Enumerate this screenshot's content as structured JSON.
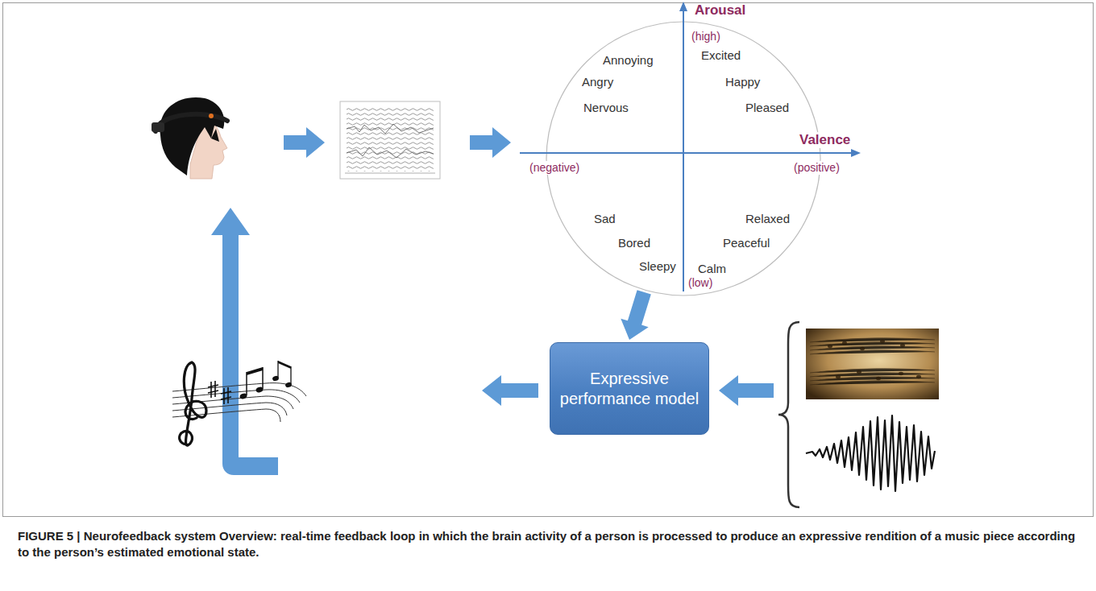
{
  "diagram": {
    "caption": "FIGURE 5 | Neurofeedback system Overview: real-time feedback loop in which the brain activity of a person is processed to produce an expressive rendition of a music piece according to the person’s estimated emotional state.",
    "nodes": [
      {
        "text": [
          "Arousal",
          "(high)",
          "Annoying",
          "Excited",
          "Angry",
          "Happy",
          "Nervous",
          "Pleased",
          "Valence",
          "(negative)",
          "(positive)",
          "Sad",
          "Relaxed",
          "Bored",
          "Peaceful",
          "Sleepy",
          "Calm",
          "(low)"
        ]
      },
      {
        "text": [
          "Expressive performance model"
        ]
      }
    ],
    "edges": [
      {
        "from": 0,
        "to": 1,
        "arrow": "to"
      }
    ]
  }
}
